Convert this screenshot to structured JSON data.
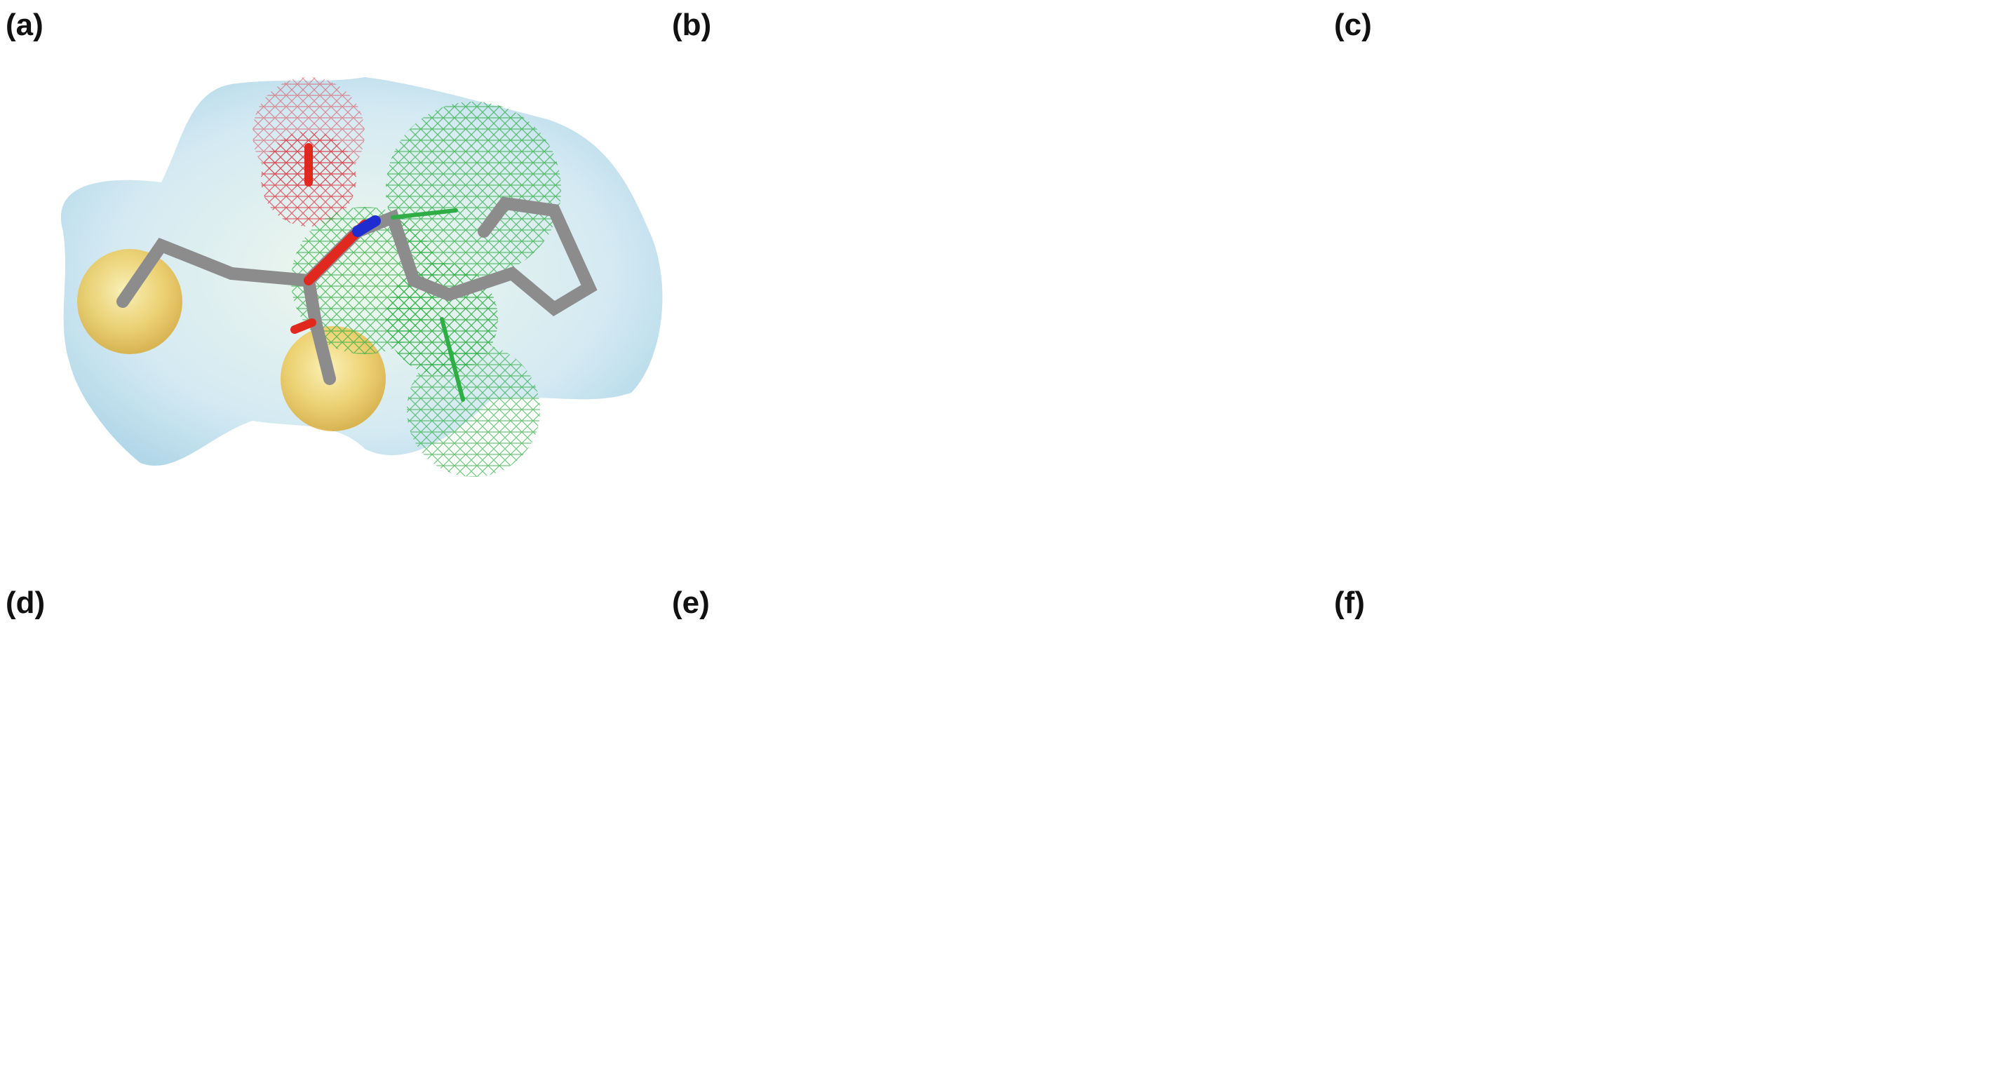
{
  "figure": {
    "panels": [
      {
        "id": "a",
        "label": "(a)"
      },
      {
        "id": "b",
        "label": "(b)"
      },
      {
        "id": "c",
        "label": "(c)"
      },
      {
        "id": "d",
        "label": "(d)"
      },
      {
        "id": "e",
        "label": "(e)"
      },
      {
        "id": "f",
        "label": "(f)"
      }
    ],
    "colors": {
      "surface": "#bfe0ee",
      "surface_edge": "#9fcbe0",
      "hydrophobic": "#f2c94c",
      "hbond_acceptor": "#35b04a",
      "hbond_donor": "#e0404a",
      "carbon": "#8c8c8c",
      "nitrogen": "#1f2ccf",
      "oxygen": "#e0281f"
    }
  }
}
